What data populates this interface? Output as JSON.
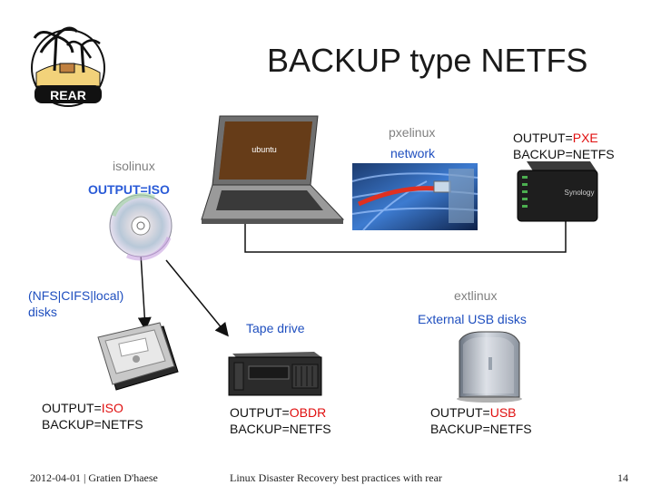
{
  "logo": {
    "text": "REAR"
  },
  "title": "BACKUP type NETFS",
  "laptop": {
    "screen_text": "ubuntu"
  },
  "pxe": {
    "boot_label": "pxelinux",
    "media_label": "network",
    "output_prefix": "OUTPUT=",
    "output_value": "PXE",
    "backup": "BACKUP=NETFS",
    "nas_brand": "Synology"
  },
  "iso": {
    "boot_label": "isolinux",
    "media_label": "OUTPUT=ISO"
  },
  "disk": {
    "label_line1": "(NFS|CIFS|local)",
    "label_line2": "disks",
    "output_prefix": "OUTPUT=",
    "output_value": "ISO",
    "backup": "BACKUP=NETFS"
  },
  "tape": {
    "label": "Tape drive",
    "output_prefix": "OUTPUT=",
    "output_value": "OBDR",
    "backup": "BACKUP=NETFS"
  },
  "usb": {
    "boot_label": "extlinux",
    "media_label": "External USB disks",
    "output_prefix": "OUTPUT=",
    "output_value": "USB",
    "backup": "BACKUP=NETFS"
  },
  "footer": {
    "left": "2012-04-01 | Gratien D'haese",
    "center": "Linux Disaster Recovery best practices with rear",
    "page": "14"
  },
  "colors": {
    "accent_red": "#e01010",
    "label_blue": "#1f4fbf",
    "label_gray": "#808080"
  }
}
